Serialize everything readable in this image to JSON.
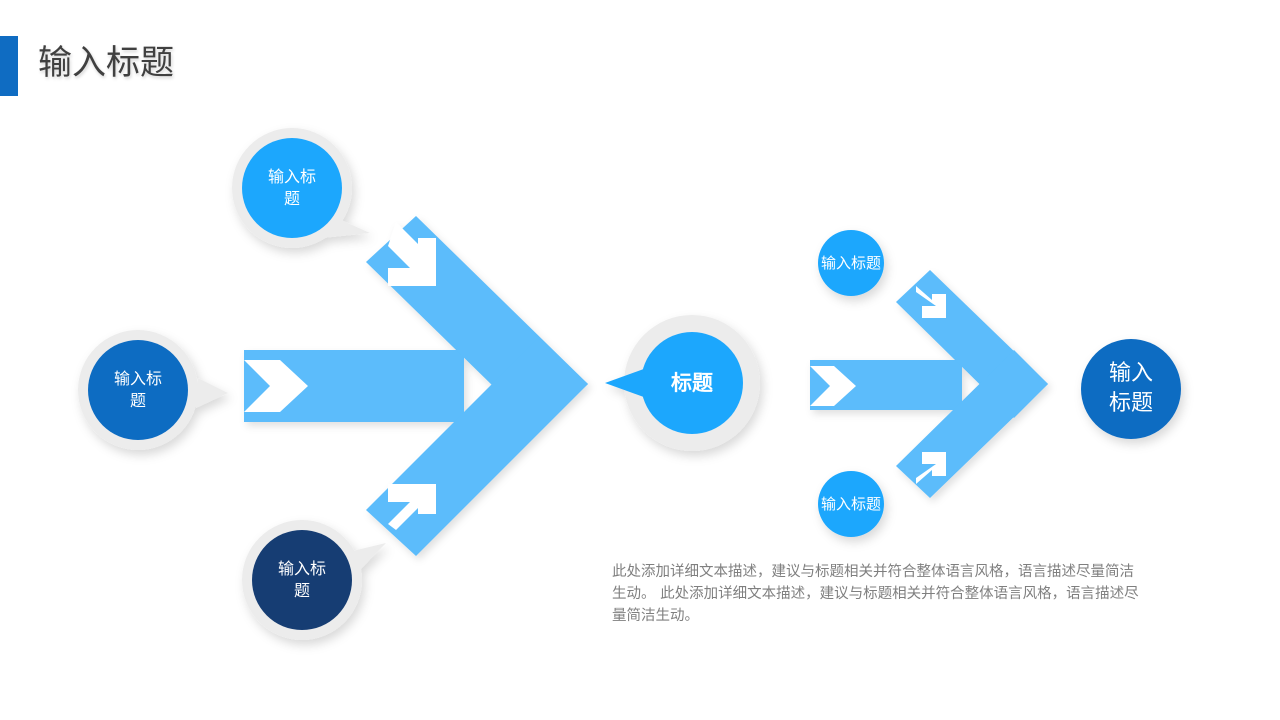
{
  "header": {
    "title": "输入标题"
  },
  "diagram": {
    "nodes": [
      {
        "id": "bubble-top",
        "label": "输入标题",
        "color": "#1ea7fd"
      },
      {
        "id": "bubble-left",
        "label": "输入标题",
        "color": "#0f6cc2"
      },
      {
        "id": "bubble-bottom",
        "label": "输入标题",
        "color": "#163d73"
      },
      {
        "id": "center",
        "label": "标题",
        "color": "#1ea7fd"
      },
      {
        "id": "small-top",
        "label": "输入标题",
        "color": "#1ea7fd"
      },
      {
        "id": "small-bottom",
        "label": "输入标题",
        "color": "#1ea7fd"
      },
      {
        "id": "result",
        "label": "输入标题",
        "color": "#0f6cc2"
      }
    ],
    "description": " 此处添加详细文本描述，建议与标题相关并符合整体语言风格，语言描述尽量简洁生动。 此处添加详细文本描述，建议与标题相关并符合整体语言风格，语言描述尽量简洁生动。"
  },
  "colors": {
    "accent": "#0f6cc2",
    "arrow": "#5bbcfb",
    "ring": "#ececec"
  },
  "icons": {
    "inflow_arrow": "chevron-arrow-icon",
    "flow_arrow": "big-arrow-icon"
  }
}
